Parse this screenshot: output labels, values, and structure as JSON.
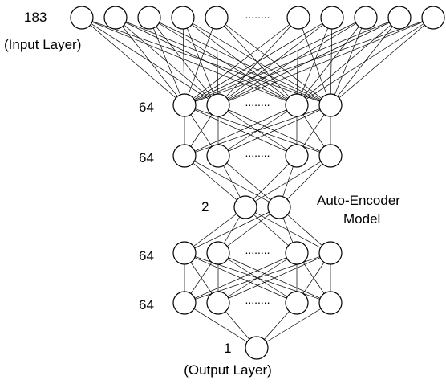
{
  "labels": {
    "input_count": "183",
    "input_name": "(Input Layer)",
    "enc1_count": "64",
    "enc2_count": "64",
    "bottleneck_count": "2",
    "dec1_count": "64",
    "dec2_count": "64",
    "output_count": "1",
    "output_name": "(Output Layer)",
    "model_line1": "Auto-Encoder",
    "model_line2": "Model"
  },
  "ellipsis": "........",
  "colors": {
    "stroke": "#000000",
    "fill": "#ffffff",
    "background": "#ffffff"
  }
}
